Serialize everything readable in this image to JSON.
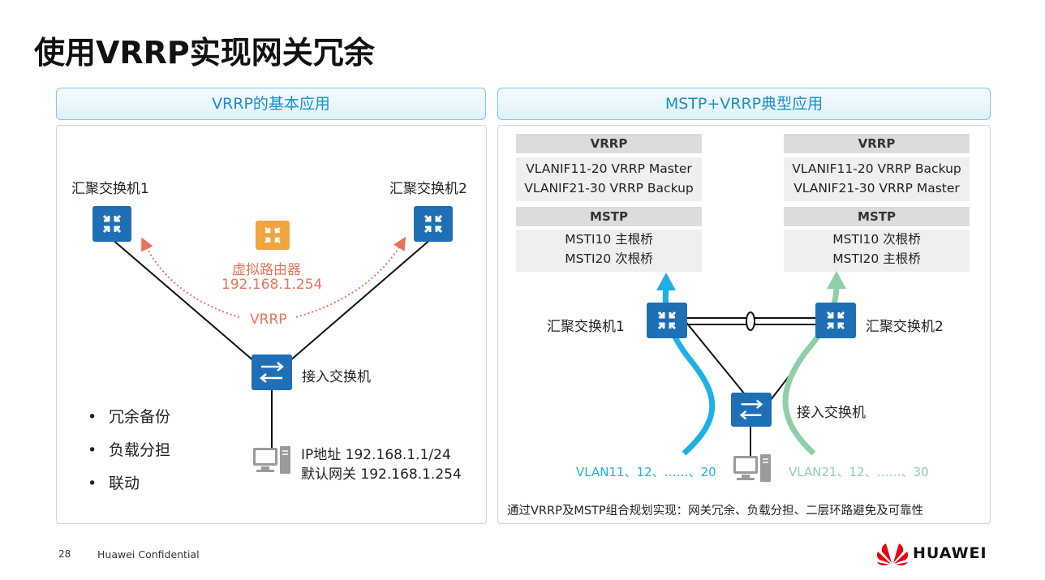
{
  "page": {
    "title": "使用VRRP实现网关冗余",
    "page_number": "28",
    "confidential": "Huawei Confidential",
    "logo": "HUAWEI"
  },
  "left_panel": {
    "header": "VRRP的基本应用",
    "agg_switch_1": "汇聚交换机1",
    "agg_switch_2": "汇聚交换机2",
    "virtual_router": "虚拟路由器",
    "virtual_ip": "192.168.1.254",
    "vrrp_label": "VRRP",
    "access_switch": "接入交换机",
    "pc_ip": "IP地址 192.168.1.1/24",
    "pc_gateway": "默认网关 192.168.1.254",
    "bullets": [
      "冗余备份",
      "负载分担",
      "联动"
    ]
  },
  "right_panel": {
    "header": "MSTP+VRRP典型应用",
    "left_vrrp_title": "VRRP",
    "left_vrrp_lines": [
      "VLANIF11-20  VRRP Master",
      "VLANIF21-30  VRRP Backup"
    ],
    "left_mstp_title": "MSTP",
    "left_mstp_lines": [
      "MSTI10  主根桥",
      "MSTI20  次根桥"
    ],
    "right_vrrp_title": "VRRP",
    "right_vrrp_lines": [
      "VLANIF11-20 VRRP Backup",
      "VLANIF21-30 VRRP Master"
    ],
    "right_mstp_title": "MSTP",
    "right_mstp_lines": [
      "MSTI10  次根桥",
      "MSTI20  主根桥"
    ],
    "agg_switch_1": "汇聚交换机1",
    "agg_switch_2": "汇聚交换机2",
    "access_switch": "接入交换机",
    "vlan_left": "VLAN11、12、……、20",
    "vlan_right": "VLAN21、12、……、30",
    "summary": "通过VRRP及MSTP组合规划实现：网关冗余、负载分担、二层环路避免及可靠性"
  },
  "colors": {
    "accent_blue": "#1a8fc6",
    "switch_blue": "#1e6fb5",
    "virtual_orange": "#f0a541",
    "vrrp_red": "#e8735c",
    "flow_blue": "#1fb0e6",
    "flow_green": "#8fcfa6",
    "logo_red": "#e60012"
  },
  "icons": [
    "core-switch-icon",
    "virtual-router-icon",
    "access-switch-icon",
    "pc-icon",
    "huawei-logo-icon"
  ]
}
